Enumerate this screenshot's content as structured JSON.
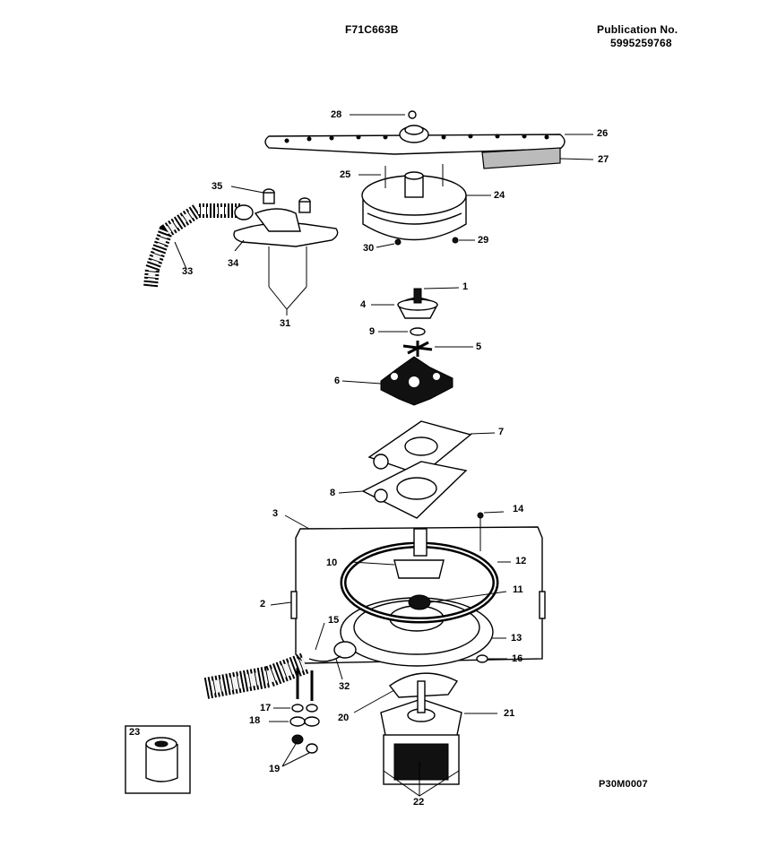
{
  "header": {
    "model": "F71C663B",
    "publication_label": "Publication No.",
    "publication_number": "5995259768"
  },
  "footer": {
    "diagram_code": "P30M0007"
  },
  "labels": {
    "l1": "1",
    "l2": "2",
    "l3": "3",
    "l4": "4",
    "l5": "5",
    "l6": "6",
    "l7": "7",
    "l8": "8",
    "l9": "9",
    "l10": "10",
    "l11": "11",
    "l12": "12",
    "l13": "13",
    "l14": "14",
    "l15": "15",
    "l16": "16",
    "l17": "17",
    "l18": "18",
    "l19": "19",
    "l20": "20",
    "l21": "21",
    "l22": "22",
    "l23": "23",
    "l24": "24",
    "l25": "25",
    "l26": "26",
    "l27": "27",
    "l28": "28",
    "l29": "29",
    "l30": "30",
    "l31": "31",
    "l32": "32",
    "l33": "33",
    "l34": "34",
    "l35": "35"
  }
}
